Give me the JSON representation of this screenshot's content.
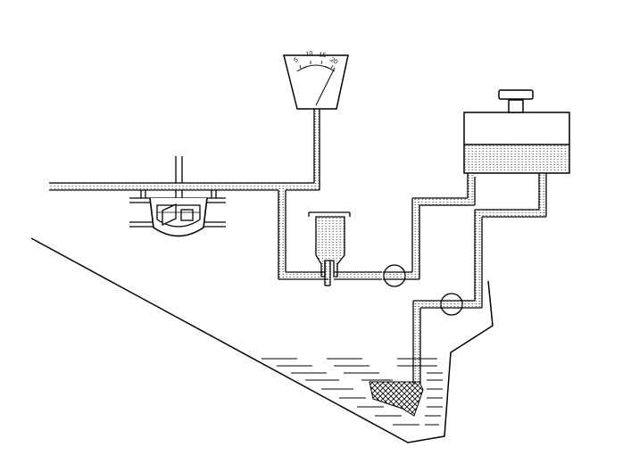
{
  "gauge": {
    "scale_labels": [
      "5",
      "10",
      "15",
      "20"
    ]
  },
  "colors": {
    "line": "#000000",
    "fluid_dots": "#555555",
    "background": "#ffffff"
  }
}
